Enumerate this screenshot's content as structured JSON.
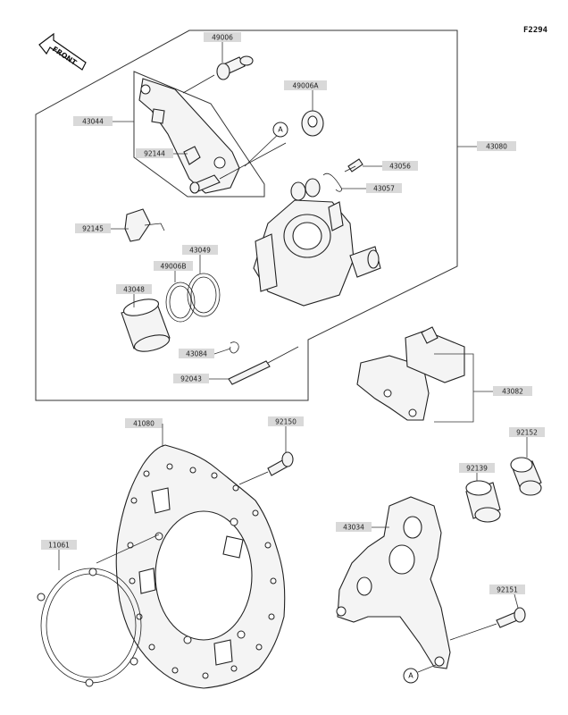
{
  "figure_number": "F2294",
  "front_arrow_label": "FRONT",
  "reference_marker": "A",
  "part_labels": {
    "p49006": "49006",
    "p49006A": "49006A",
    "p43044": "43044",
    "p92144": "92144",
    "p43080": "43080",
    "p43056": "43056",
    "p43057": "43057",
    "p92145": "92145",
    "p43049": "43049",
    "p49006B": "49006B",
    "p43048": "43048",
    "p43084": "43084",
    "p92043": "92043",
    "p43082": "43082",
    "p41080": "41080",
    "p92150": "92150",
    "p92152": "92152",
    "p92139": "92139",
    "p11061": "11061",
    "p43034": "43034",
    "p92151": "92151"
  }
}
